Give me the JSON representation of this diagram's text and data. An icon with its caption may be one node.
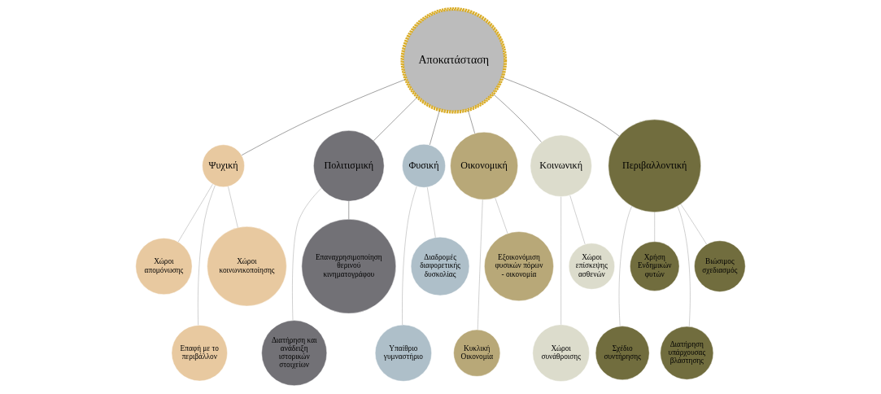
{
  "diagram": {
    "nodes": [
      {
        "text": [
          "Αποκατάσταση"
        ]
      },
      {
        "text": [
          "Ψυχική"
        ]
      },
      {
        "text": [
          "Χώροι απομόνωσης"
        ]
      },
      {
        "text": [
          "Επαφή με το περιβάλλον"
        ]
      },
      {
        "text": [
          "Χώροι κοινωνικοποίησης"
        ]
      },
      {
        "text": [
          "Πολιτισμική"
        ]
      },
      {
        "text": [
          "Διατήρηση και ανάδειξη ιστορικών στοιχείων"
        ]
      },
      {
        "text": [
          "Επαναχρησιμοποίηση θερινού κινηματογράφου"
        ]
      },
      {
        "text": [
          "Φυσική"
        ]
      },
      {
        "text": [
          "Υπαίθριο γυμναστήριο"
        ]
      },
      {
        "text": [
          "Διαδρομές διαφορετικής δυσκολίας"
        ]
      },
      {
        "text": [
          "Οικονομική"
        ]
      },
      {
        "text": [
          "Κυκλική Οικονομία"
        ]
      },
      {
        "text": [
          "Εξοικονόμιση φυσικών πόρων - οικονομία"
        ]
      },
      {
        "text": [
          "Κοινωνική"
        ]
      },
      {
        "text": [
          "Χώροι συνάθροισης"
        ]
      },
      {
        "text": [
          "Χώροι επίσκεψης ασθενών"
        ]
      },
      {
        "text": [
          "Περιβαλλοντική"
        ]
      },
      {
        "text": [
          "Σχέδιο συντήρησης"
        ]
      },
      {
        "text": [
          "Χρήση Ενδημικών φυτών"
        ]
      },
      {
        "text": [
          "Διατήρηση υπάρχουσας βλάστησης"
        ]
      },
      {
        "text": [
          "Βιώσιμος σχεδιασμός"
        ]
      }
    ],
    "edges": [
      {
        "from": 0,
        "to": 1,
        "arrow": "none",
        "color": "#333333"
      },
      {
        "from": 1,
        "to": 2,
        "arrow": "none"
      },
      {
        "from": 1,
        "to": 3,
        "arrow": "none"
      },
      {
        "from": 1,
        "to": 4,
        "arrow": "none"
      },
      {
        "from": 0,
        "to": 5,
        "arrow": "none",
        "color": "#333333"
      },
      {
        "from": 5,
        "to": 6,
        "arrow": "none"
      },
      {
        "from": 5,
        "to": 7,
        "arrow": "none",
        "color": "#333333"
      },
      {
        "from": 0,
        "to": 8,
        "arrow": "none",
        "color": "#333333"
      },
      {
        "from": 8,
        "to": 9,
        "arrow": "none"
      },
      {
        "from": 8,
        "to": 10,
        "arrow": "none"
      },
      {
        "from": 0,
        "to": 11,
        "arrow": "none",
        "color": "#333333"
      },
      {
        "from": 11,
        "to": 12,
        "arrow": "none"
      },
      {
        "from": 11,
        "to": 13,
        "arrow": "none"
      },
      {
        "from": 0,
        "to": 14,
        "arrow": "none",
        "color": "#333333"
      },
      {
        "from": 14,
        "to": 15,
        "arrow": "none"
      },
      {
        "from": 14,
        "to": 16,
        "arrow": "none"
      },
      {
        "from": 0,
        "to": 17,
        "arrow": "none",
        "color": "#333333"
      },
      {
        "from": 17,
        "to": 18,
        "arrow": "none"
      },
      {
        "from": 17,
        "to": 19,
        "arrow": "none"
      },
      {
        "from": 17,
        "to": 20,
        "arrow": "none"
      },
      {
        "from": 17,
        "to": 21,
        "arrow": "none"
      }
    ]
  }
}
